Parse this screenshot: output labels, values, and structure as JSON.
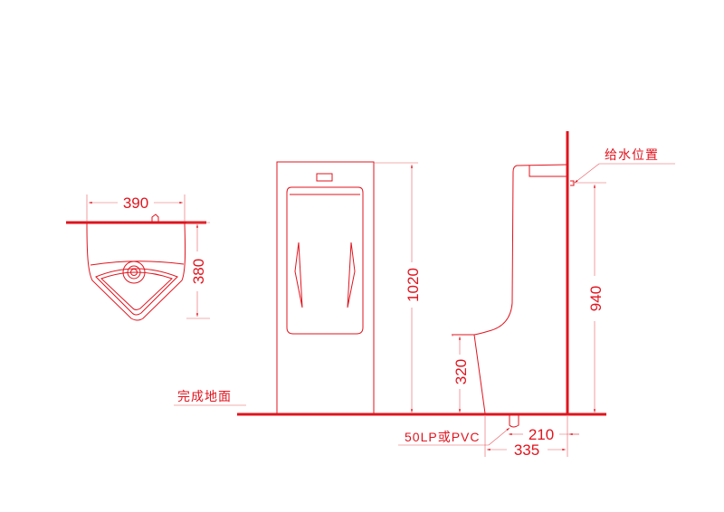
{
  "drawing": {
    "color": "#e0141e",
    "top_view": {
      "width_label": "390",
      "depth_label": "380"
    },
    "front_view": {
      "height_label": "1020"
    },
    "side_view": {
      "inlet_height_label": "940",
      "lip_height_label": "320",
      "drain_offset_label": "210",
      "depth_label": "335"
    },
    "labels": {
      "finished_floor": "完成地面",
      "drain_pipe": "50LP或PVC",
      "water_inlet": "给水位置"
    }
  }
}
